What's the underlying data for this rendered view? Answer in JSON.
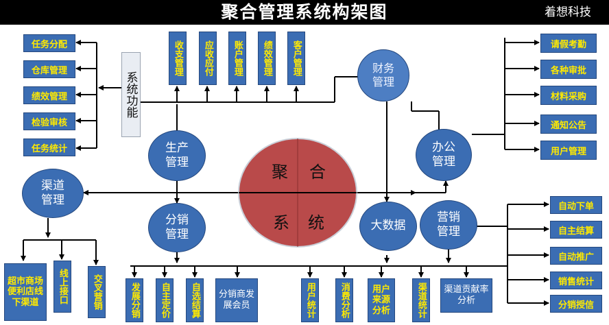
{
  "header": {
    "title": "聚合管理系统构架图",
    "brand": "着想科技"
  },
  "core": {
    "chars": [
      "聚",
      "合",
      "系",
      "统"
    ]
  },
  "system_functions": {
    "label": "系统功能",
    "items": [
      "任务分配",
      "仓库管理",
      "绩效管理",
      "检验审核",
      "任务统计"
    ]
  },
  "top_modules": [
    "收支管理",
    "应收应付",
    "账户管理",
    "绩效管理",
    "客户管理"
  ],
  "nodes": {
    "finance": "财务\n管理",
    "production": "生产\n管理",
    "channel": "渠道\n管理",
    "distribution": "分销\n管理",
    "office": "办公\n管理",
    "bigdata": "大数据",
    "marketing": "营销\n管理"
  },
  "office_items": [
    "请假考勤",
    "各种审批",
    "材料采购",
    "通知公告",
    "用户管理"
  ],
  "marketing_items": [
    "自动下单",
    "自主结算",
    "自动推广",
    "销售统计",
    "分销授信"
  ],
  "channel_items": [
    "超市商场便利店线下渠道",
    "线上接口",
    "交叉营销"
  ],
  "distribution_items": [
    "发展分销",
    "自主定价",
    "自选结算",
    "分销商发展会员"
  ],
  "bigdata_items": [
    "用户统计",
    "消费分析",
    "用户来源分析",
    "渠道统计",
    "渠道贡献率分析"
  ],
  "colors": {
    "box_fill": "#3b6db3",
    "box_text": "#ffea00",
    "core": "#b94a4a",
    "header": "#000000"
  }
}
